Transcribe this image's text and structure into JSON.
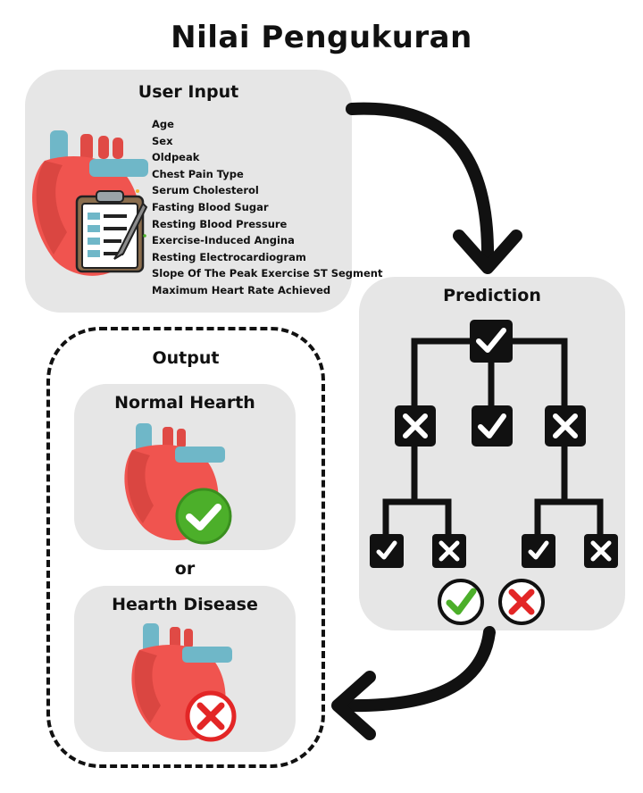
{
  "title": "Nilai Pengukuran",
  "user_input": {
    "heading": "User Input",
    "features": [
      "Age",
      "Sex",
      "Oldpeak",
      "Chest Pain Type",
      "Serum Cholesterol",
      "Fasting Blood Sugar",
      "Resting Blood Pressure",
      "Exercise-Induced Angina",
      "Resting Electrocardiogram",
      "Slope Of The Peak Exercise ST Segment",
      "Maximum Heart Rate Achieved"
    ]
  },
  "prediction": {
    "heading": "Prediction"
  },
  "output": {
    "heading": "Output",
    "normal_label": "Normal Hearth",
    "or_label": "or",
    "disease_label": "Hearth Disease"
  },
  "colors": {
    "panel_bg": "#e6e6e6",
    "heart_red": "#f0544f",
    "heart_dark": "#c93a36",
    "vessel_blue": "#6fb7c8",
    "check_green": "#4caf2a",
    "cross_red": "#e32626",
    "ink": "#111111"
  },
  "icons": {
    "input_illustration": "heart-clipboard-icon",
    "normal_badge": "green-check-icon",
    "disease_badge": "red-cross-icon"
  }
}
